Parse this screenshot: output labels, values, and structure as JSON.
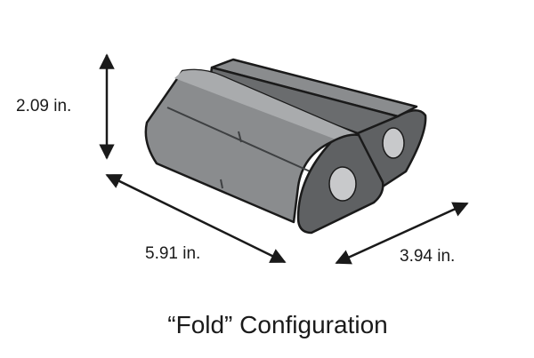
{
  "dimensions": {
    "height_label": "2.09 in.",
    "length_label": "5.91 in.",
    "width_label": "3.94 in."
  },
  "caption": "“Fold” Configuration",
  "colors": {
    "face_dark": "#5f6163",
    "face_mid": "#8a8c8e",
    "face_light": "#a9abad",
    "hole": "#c8c9cb",
    "outline": "#1a1a1a",
    "arrow": "#1a1a1a"
  }
}
